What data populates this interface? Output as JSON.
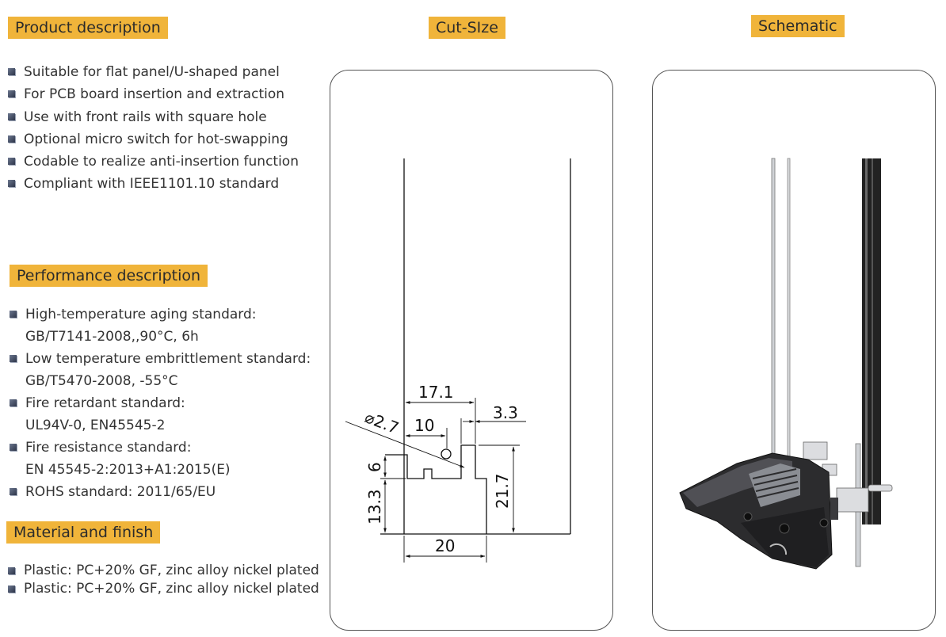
{
  "headings": {
    "product": "Product description",
    "cut": "Cut-SIze",
    "schematic": "Schematic",
    "performance": "Performance description",
    "material": "Material and finish"
  },
  "features": [
    "Suitable for flat panel/U-shaped panel",
    "For PCB board insertion and extraction",
    "Use with front rails with square hole",
    "Optional micro switch for hot-swapping",
    "Codable to realize anti-insertion function",
    "Compliant with IEEE1101.10 standard"
  ],
  "performance": [
    {
      "title": "High-temperature aging standard:",
      "detail": "GB/T7141-2008,,90°C, 6h"
    },
    {
      "title": "Low temperature embrittlement standard:",
      "detail": "GB/T5470-2008, -55°C"
    },
    {
      "title": "Fire retardant standard:",
      "detail": "UL94V-0, EN45545-2"
    },
    {
      "title": "Fire resistance standard:",
      "detail": "EN 45545-2:2013+A1:2015(E)"
    },
    {
      "title": "ROHS standard: 2011/65/EU",
      "detail": ""
    }
  ],
  "material": [
    "Plastic: PC+20% GF, zinc alloy nickel plated",
    "Plastic: PC+20% GF, zinc alloy nickel plated"
  ],
  "dimensions": {
    "d171": "17.1",
    "d33": "3.3",
    "d27": "2.7",
    "d10": "10",
    "d6": "6",
    "d133": "13.3",
    "d217": "21.7",
    "d20": "20"
  },
  "colors": {
    "accent": "#f0b43a"
  }
}
